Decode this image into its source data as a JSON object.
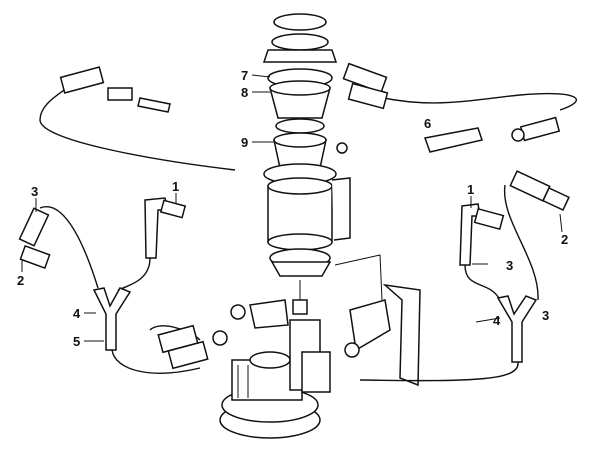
{
  "diagram": {
    "labels": {
      "center_7": "7",
      "center_8": "8",
      "center_9": "9",
      "right_upper_6": "6",
      "left_3": "3",
      "left_1": "1",
      "left_2": "2",
      "left_4": "4",
      "left_5": "5",
      "right_1": "1",
      "right_2": "2",
      "right_3a": "3",
      "right_4": "4",
      "right_3b": "3"
    }
  }
}
